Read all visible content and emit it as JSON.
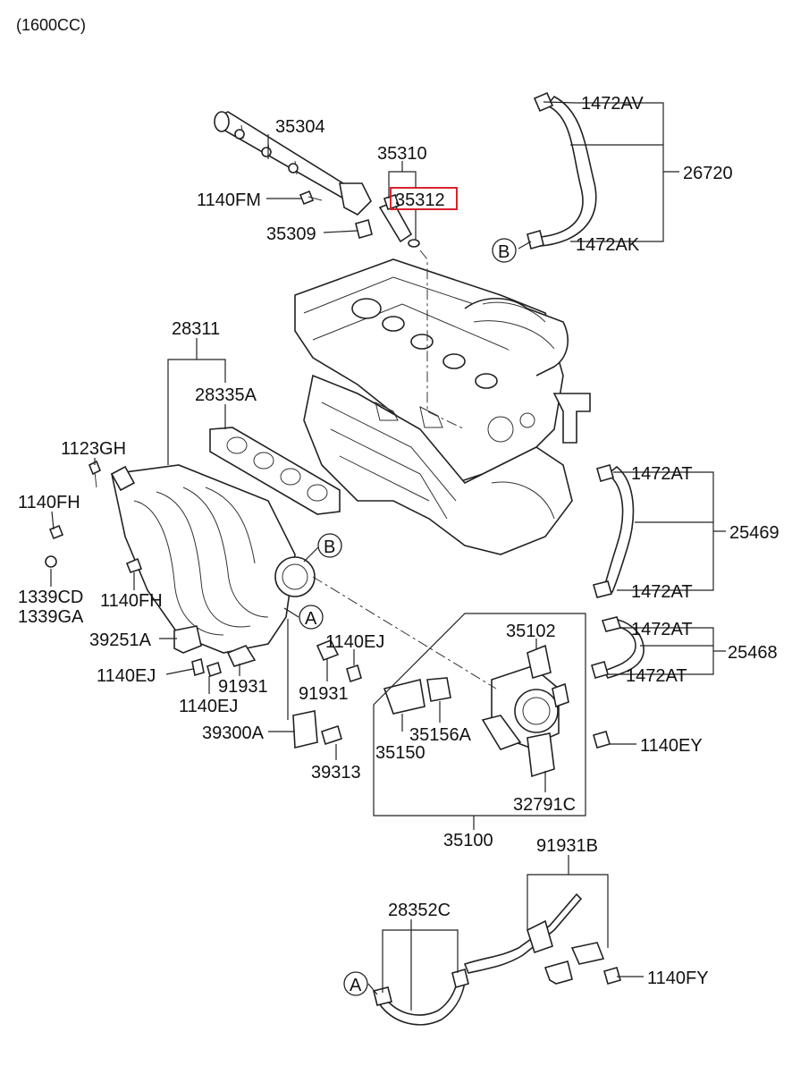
{
  "header": {
    "engine": "(1600CC)"
  },
  "callouts": {
    "A": "A",
    "B": "B"
  },
  "parts": {
    "p35304": "35304",
    "p35310": "35310",
    "p35312": "35312",
    "p1140FM": "1140FM",
    "p35309": "35309",
    "p1472AV": "1472AV",
    "p26720": "26720",
    "p1472AK": "1472AK",
    "p28311": "28311",
    "p28335A": "28335A",
    "p1123GH": "1123GH",
    "p1140FH_a": "1140FH",
    "p1140FH_b": "1140FH",
    "p1339CD": "1339CD",
    "p1339GA": "1339GA",
    "p39251A": "39251A",
    "p1140EJ_a": "1140EJ",
    "p1140EJ_b": "1140EJ",
    "p1140EJ_c": "1140EJ",
    "p91931_a": "91931",
    "p91931_b": "91931",
    "p39300A": "39300A",
    "p39313": "39313",
    "p1472AT_a": "1472AT",
    "p1472AT_b": "1472AT",
    "p25469": "25469",
    "p1472AT_c": "1472AT",
    "p1472AT_d": "1472AT",
    "p25468": "25468",
    "p35102": "35102",
    "p35150": "35150",
    "p35156A": "35156A",
    "p1140EY": "1140EY",
    "p32791C": "32791C",
    "p35100": "35100",
    "p91931B": "91931B",
    "p28352C": "28352C",
    "p1140FY": "1140FY"
  },
  "highlight_color": "#d9232d"
}
